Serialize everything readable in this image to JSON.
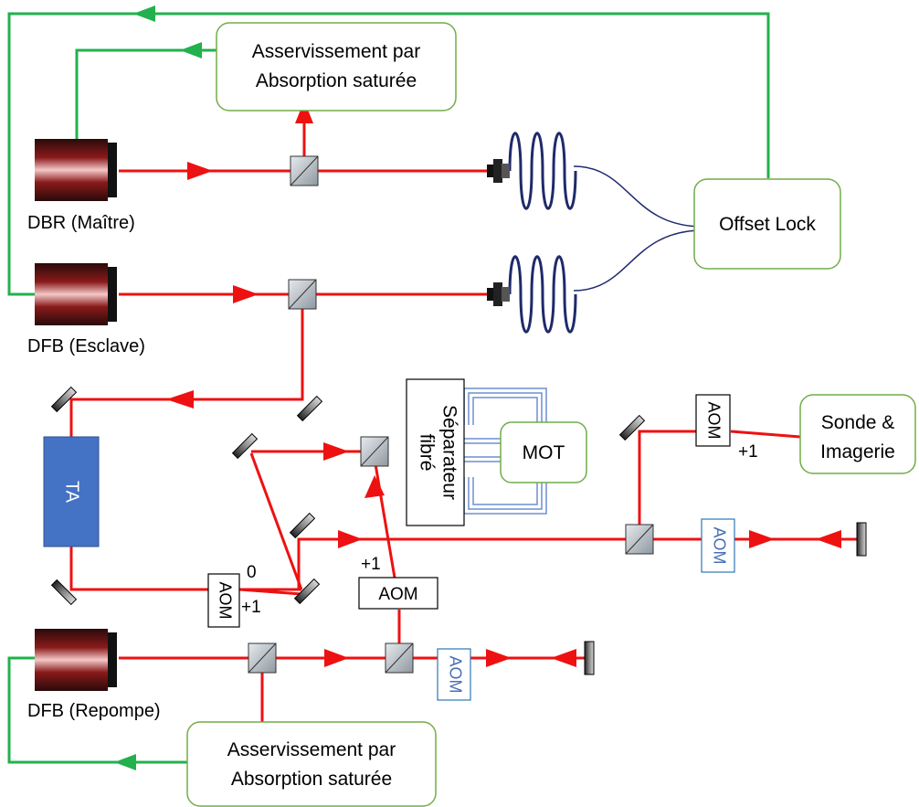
{
  "labels": {
    "lock_top_line1": "Asservissement par",
    "lock_top_line2": "Absorption saturée",
    "lock_bottom_line1": "Asservissement par",
    "lock_bottom_line2": "Absorption saturée",
    "laser_dbr": "DBR (Maître)",
    "laser_dfb_slave": "DFB (Esclave)",
    "laser_dfb_repump": "DFB (Repompe)",
    "offset_lock": "Offset Lock",
    "ta": "TA",
    "splitter_line1": "Séparateur",
    "splitter_line2": "fibré",
    "mot": "MOT",
    "probe_line1": "Sonde &",
    "probe_line2": "Imagerie",
    "aom_ta": "AOM",
    "aom_repump": "AOM",
    "aom_probe": "AOM",
    "aom_blue_repump": "AOM",
    "aom_blue_mot": "AOM",
    "order_0": "0",
    "order_plus1_ta": "+1",
    "order_plus1_repump": "+1",
    "order_plus1_probe": "+1"
  },
  "colors": {
    "beam": "#ee1111",
    "feedback": "#22b14c",
    "box_border": "#70ad47",
    "ta_fill": "#4472c4",
    "fiber": "#1f2a6b",
    "blue_text": "#4a6fb5"
  }
}
